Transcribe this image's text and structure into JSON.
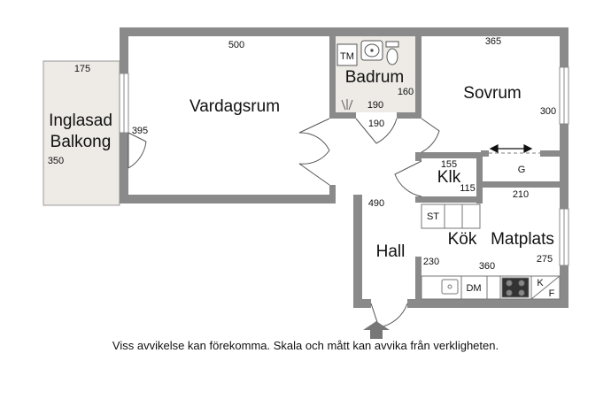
{
  "rooms": {
    "vardagsrum": "Vardagsrum",
    "badrum": "Badrum",
    "sovrum": "Sovrum",
    "balkong_line1": "Inglasad",
    "balkong_line2": "Balkong",
    "klk": "Klk",
    "hall": "Hall",
    "kok": "Kök",
    "matplats": "Matplats"
  },
  "dimensions": {
    "vardagsrum_width": "500",
    "balkong_width": "175",
    "balkong_depth": "350",
    "balkong_wall": "395",
    "badrum_width": "190",
    "badrum_depth": "160",
    "badrum_door": "190",
    "sovrum_width": "365",
    "sovrum_depth": "300",
    "klk_width": "155",
    "klk_depth": "115",
    "g_width": "210",
    "hall_length": "490",
    "hall_width": "230",
    "kitchen_width": "360",
    "kitchen_depth": "275"
  },
  "appliances": {
    "tm": "TM",
    "st": "ST",
    "dm": "DM",
    "g": "G",
    "kf_k": "K",
    "kf_f": "F"
  },
  "disclaimer": "Viss avvikelse kan förekomma. Skala och mått kan avvika från verkligheten.",
  "colors": {
    "wall": "#8a8a8a",
    "balcony_fill": "#eeebe6",
    "bathroom_fill": "#eeebe6"
  }
}
